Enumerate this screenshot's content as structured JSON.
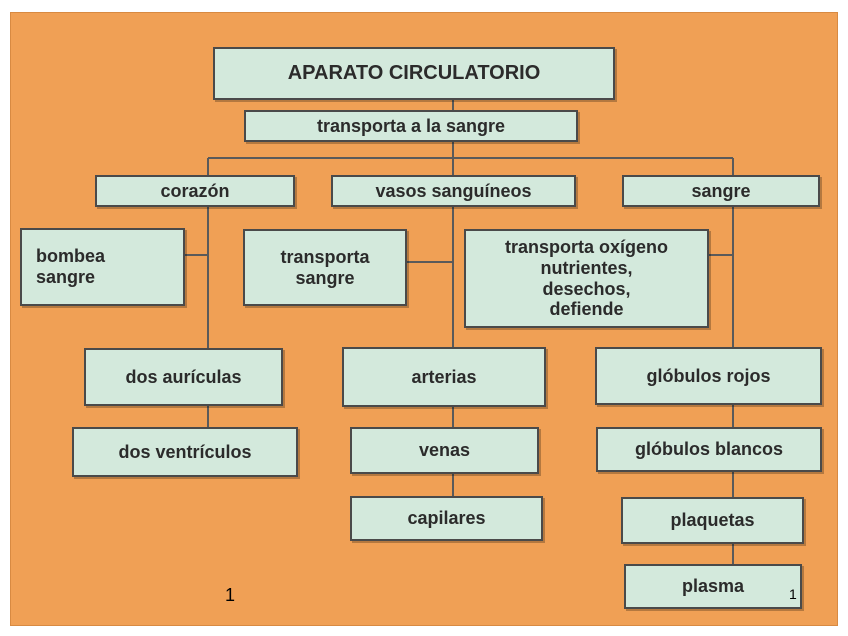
{
  "root": {
    "title": "APARATO CIRCULATORIO",
    "subtitle": "transporta a la sangre"
  },
  "branches": {
    "corazon": {
      "label": "corazón",
      "function": "bombea\nsangre",
      "items": [
        "dos aurículas",
        "dos ventrículos"
      ]
    },
    "vasos": {
      "label": "vasos sanguíneos",
      "function": "transporta\nsangre",
      "items": [
        "arterias",
        "venas",
        "capilares"
      ]
    },
    "sangre": {
      "label": "sangre",
      "function": "transporta oxígeno\nnutrientes,\ndesechos,\ndefiende",
      "items": [
        "glóbulos rojos",
        "glóbulos blancos",
        "plaquetas",
        "plasma"
      ]
    }
  },
  "page_numbers": {
    "left": "1",
    "right": "1"
  },
  "colors": {
    "background": "#f0a055",
    "box_fill": "#d3e9dc",
    "border": "#4a4a4a"
  }
}
